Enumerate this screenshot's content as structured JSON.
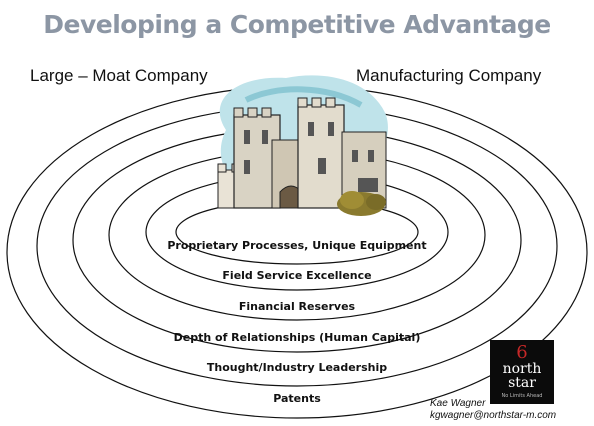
{
  "title": "Developing a Competitive Advantage",
  "left_label": "Large – Moat Company",
  "right_label": "Manufacturing Company",
  "rings": [
    "Proprietary Processes, Unique Equipment",
    "Field Service Excellence",
    "Financial Reserves",
    "Depth of Relationships (Human Capital)",
    "Thought/Industry Leadership",
    "Patents"
  ],
  "castle_icon": "castle-icon",
  "logo": {
    "line1": "6",
    "line2": "north",
    "line3": "star",
    "tagline": "No Limits Ahead"
  },
  "contact": {
    "name": "Kae Wagner",
    "email": "kgwagner@northstar-m.com"
  },
  "colors": {
    "title": "#8c96a4",
    "ring": "#111111",
    "logo_bg": "#0b0b0b",
    "logo_accent": "#c62828"
  }
}
